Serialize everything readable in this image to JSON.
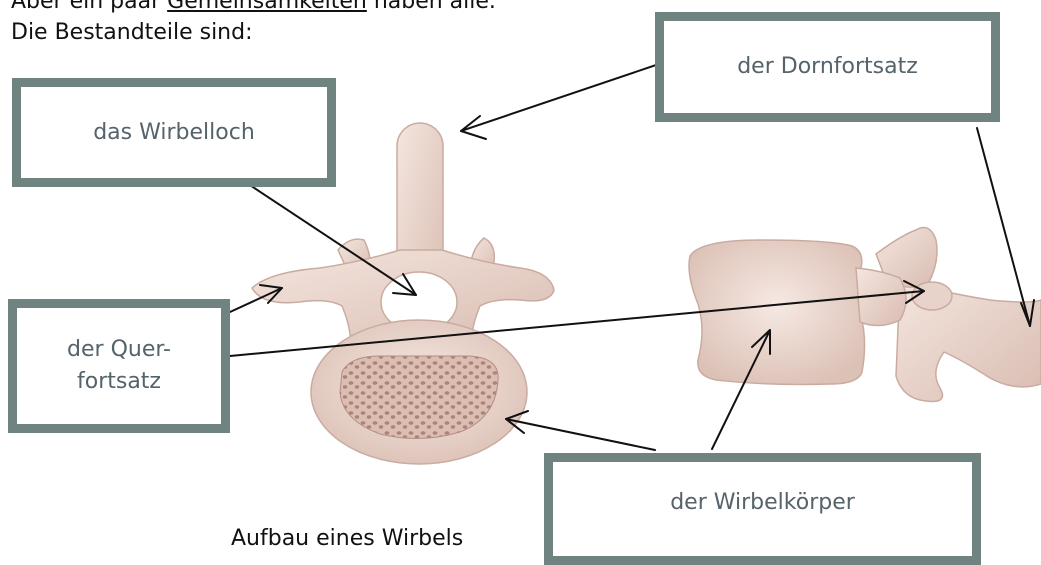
{
  "intro": {
    "line1_prefix": "Aber ein paar ",
    "line1_underlined": "Gemeinsamkeiten",
    "line1_suffix": " haben alle.",
    "line2": "Die Bestandteile sind:"
  },
  "labels": {
    "wirbelloch": "das Wirbelloch",
    "dornfortsatz": "der Dornfortsatz",
    "querfortsatz_line1": "der Quer-",
    "querfortsatz_line2": "fortsatz",
    "wirbelkoerper": "der Wirbelkörper"
  },
  "caption": "Aufbau eines Wirbels",
  "colors": {
    "box_border": "#6f8381",
    "label_text": "#55636a",
    "bone": "#ecd8cf",
    "bone_shadow": "#c9aba0",
    "arrow": "#111111"
  }
}
